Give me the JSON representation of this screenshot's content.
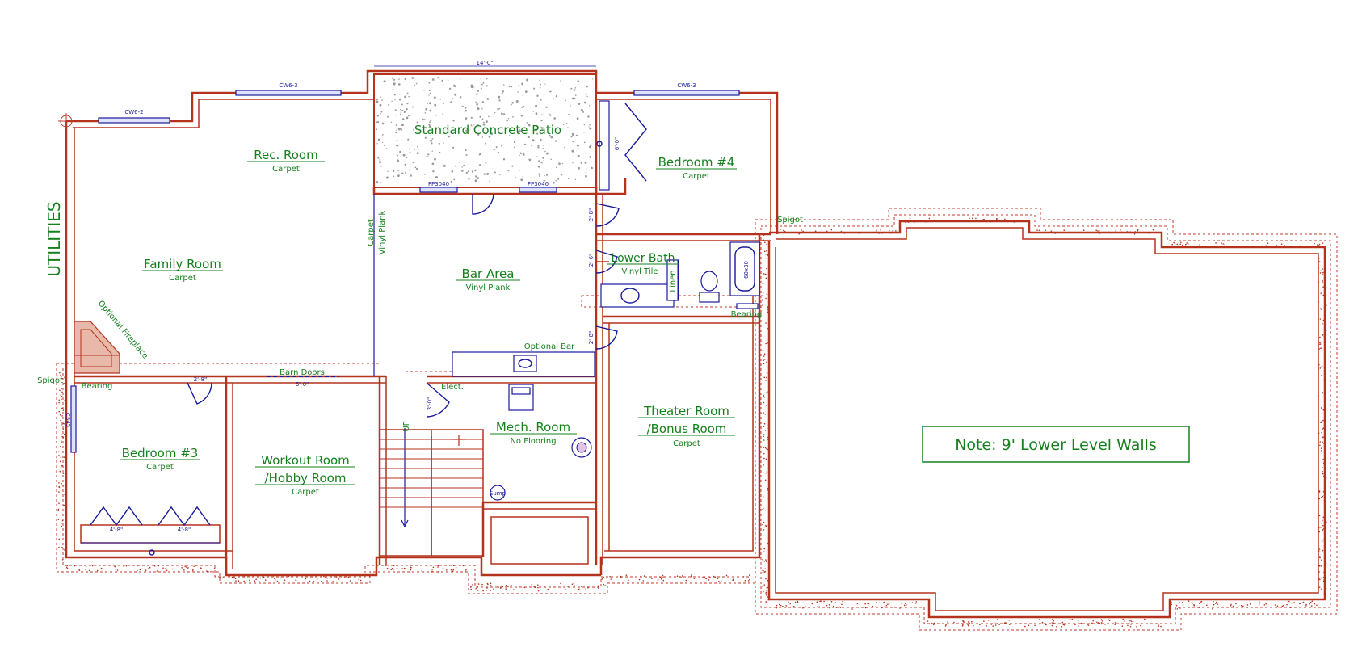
{
  "rooms": {
    "rec_room": {
      "name": "Rec. Room",
      "floor": "Carpet"
    },
    "patio": {
      "name": "Standard Concrete Patio"
    },
    "bedroom4": {
      "name": "Bedroom #4",
      "floor": "Carpet"
    },
    "family_room": {
      "name": "Family Room",
      "floor": "Carpet"
    },
    "bar_area": {
      "name": "Bar Area",
      "floor": "Vinyl Plank"
    },
    "lower_bath": {
      "name": "Lower Bath",
      "floor": "Vinyl Tile"
    },
    "bedroom3": {
      "name": "Bedroom #3",
      "floor": "Carpet"
    },
    "workout": {
      "name1": "Workout Room",
      "name2": "/Hobby Room",
      "floor": "Carpet"
    },
    "mech": {
      "name": "Mech. Room",
      "floor": "No Flooring"
    },
    "theater": {
      "name1": "Theater Room",
      "name2": "/Bonus Room",
      "floor": "Carpet"
    }
  },
  "labels": {
    "utilities": "UTILITIES",
    "note": "Note: 9' Lower Level Walls",
    "spigot_left": "Spigot",
    "spigot_right": "Spigot",
    "bearing_left": "Bearing",
    "bearing_right": "Bearing",
    "optional_fireplace": "Optional Fireplace",
    "optional_bar": "Optional Bar",
    "barn_doors": "Barn Doors",
    "barn_doors_size": "6'-0\"",
    "elect": "Elect.",
    "up": "UP",
    "sump": "Sump",
    "linen": "Linen",
    "carpet_vert": "Carpet",
    "vinyl_plank_vert": "Vinyl Plank",
    "patio_width": "14'-0\"",
    "window_cw1": "CW6-2",
    "window_cw2": "CW6-3",
    "window_cw3": "CW6-3",
    "window_egress": "CS45",
    "fp_left": "FP3040",
    "fp_right": "FP3040",
    "door_b3": "2'-8\"",
    "door_bar1": "2'-8\"",
    "door_bath": "2'-6\"",
    "door_theater": "2'-8\"",
    "door_mech": "3'-0\"",
    "door_b4": "6'-0\"",
    "closet_l": "4'-8\"",
    "closet_r": "4'-8\"",
    "bath_tub": "60x30"
  }
}
